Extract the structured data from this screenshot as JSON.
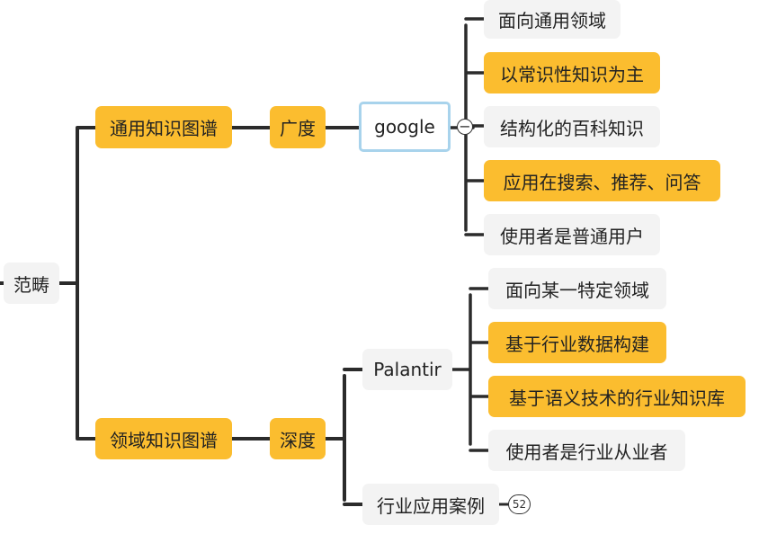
{
  "root": {
    "label": "范畴"
  },
  "branches": [
    {
      "label": "通用知识图谱",
      "dimension": "广度",
      "example": "google",
      "collapse_symbol": "−",
      "features": [
        {
          "label": "面向通用领域",
          "highlight": false
        },
        {
          "label": "以常识性知识为主",
          "highlight": true
        },
        {
          "label": "结构化的百科知识",
          "highlight": false
        },
        {
          "label": "应用在搜索、推荐、问答",
          "highlight": true
        },
        {
          "label": "使用者是普通用户",
          "highlight": false
        }
      ]
    },
    {
      "label": "领域知识图谱",
      "dimension": "深度",
      "example": "Palantir",
      "features": [
        {
          "label": "面向某一特定领域",
          "highlight": false
        },
        {
          "label": "基于行业数据构建",
          "highlight": true
        },
        {
          "label": "基于语义技术的行业知识库",
          "highlight": true
        },
        {
          "label": "使用者是行业从业者",
          "highlight": false
        }
      ],
      "cases": {
        "label": "行业应用案例",
        "hidden_count": "52"
      }
    }
  ],
  "colors": {
    "highlight": "#fbbd2f",
    "plain": "#f3f3f3",
    "line": "#2b2b2b",
    "selection": "#a8d3ec"
  }
}
